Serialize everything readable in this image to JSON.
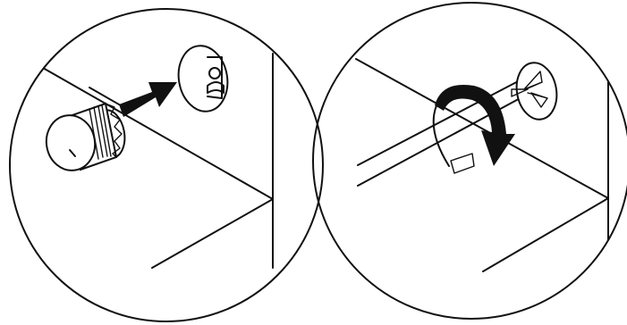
{
  "figure": {
    "panels": [
      {
        "id": "insert-cam-lock",
        "depicts": "cam-lock-housing",
        "motion": "push-into-hole",
        "arrow_direction": "right-up"
      },
      {
        "id": "rotate-cam-lock",
        "depicts": "cam-lock-turned",
        "motion": "rotate-clockwise",
        "arrow_direction": "clockwise"
      }
    ],
    "colors": {
      "ink": "#111111",
      "paper": "#ffffff"
    },
    "icons": [
      "push-arrow-icon",
      "rotate-arrow-icon",
      "cam-lock-icon",
      "cam-bolt-icon"
    ]
  }
}
